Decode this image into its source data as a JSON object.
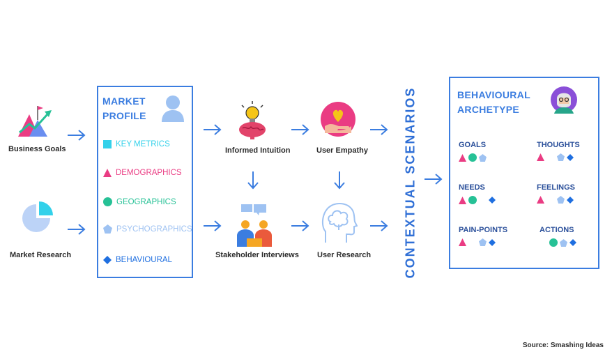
{
  "inputs": {
    "business_goals": "Business Goals",
    "market_research": "Market Research"
  },
  "market_profile": {
    "title_line1": "MARKET",
    "title_line2": "PROFILE",
    "items": [
      {
        "label": "KEY METRICS",
        "color": "#33d1ea"
      },
      {
        "label": "DEMOGRAPHICS",
        "color": "#ea3c83"
      },
      {
        "label": "GEOGRAPHICS",
        "color": "#26c196"
      },
      {
        "label": "PSYCHOGRAPHICS",
        "color": "#9ec2f2"
      },
      {
        "label": "BEHAVIOURAL",
        "color": "#1f6fe0"
      }
    ]
  },
  "nodes": {
    "informed_intuition": "Informed Intuition",
    "user_empathy": "User Empathy",
    "stakeholder_interviews": "Stakeholder Interviews",
    "user_research": "User Research"
  },
  "contextual_scenarios": "CONTEXTUAL SCENARIOS",
  "archetype": {
    "title_line1": "BEHAVIOURAL",
    "title_line2": "ARCHETYPE",
    "sections": {
      "goals": "GOALS",
      "thoughts": "THOUGHTS",
      "needs": "NEEDS",
      "feelings": "FEELINGS",
      "pain_points": "PAIN-POINTS",
      "actions": "ACTIONS"
    }
  },
  "source": "Source: Smashing Ideas",
  "colors": {
    "accent": "#3b7de0",
    "pink": "#ea3c83",
    "green": "#26c196",
    "light_blue": "#9ec2f2",
    "blue": "#1f6fe0",
    "cyan": "#33d1ea"
  }
}
